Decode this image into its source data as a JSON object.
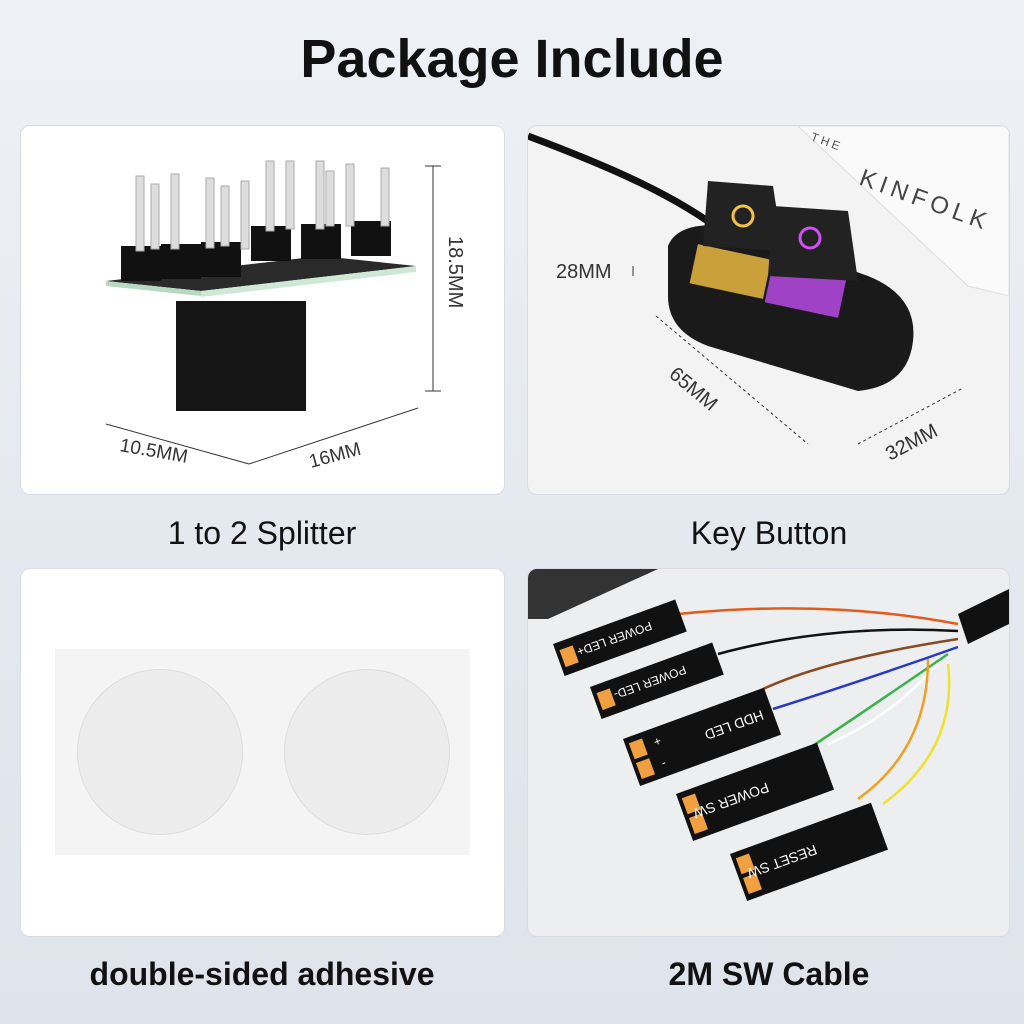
{
  "title": "Package Include",
  "items": [
    {
      "label": "1 to 2 Splitter",
      "dims": {
        "height": "18.5MM",
        "depth": "10.5MM",
        "width": "16MM"
      }
    },
    {
      "label": "Key Button",
      "dims": {
        "height": "28MM",
        "length": "65MM",
        "width": "32MM"
      },
      "book_text": {
        "small": "THE",
        "large": "KINFOLK"
      }
    },
    {
      "label": "double-sided adhesive"
    },
    {
      "label": "2M SW Cable",
      "connectors": [
        "POWER LED+",
        "POWER LED-",
        "HDD LED",
        "POWER SW",
        "RESET SW"
      ],
      "polarity": {
        "plus": "+",
        "minus": "-"
      }
    }
  ],
  "colors": {
    "background": "#e6eaf0",
    "panel": "#ffffff",
    "led_yellow": "#f5c242",
    "led_purple": "#c04cf0"
  }
}
